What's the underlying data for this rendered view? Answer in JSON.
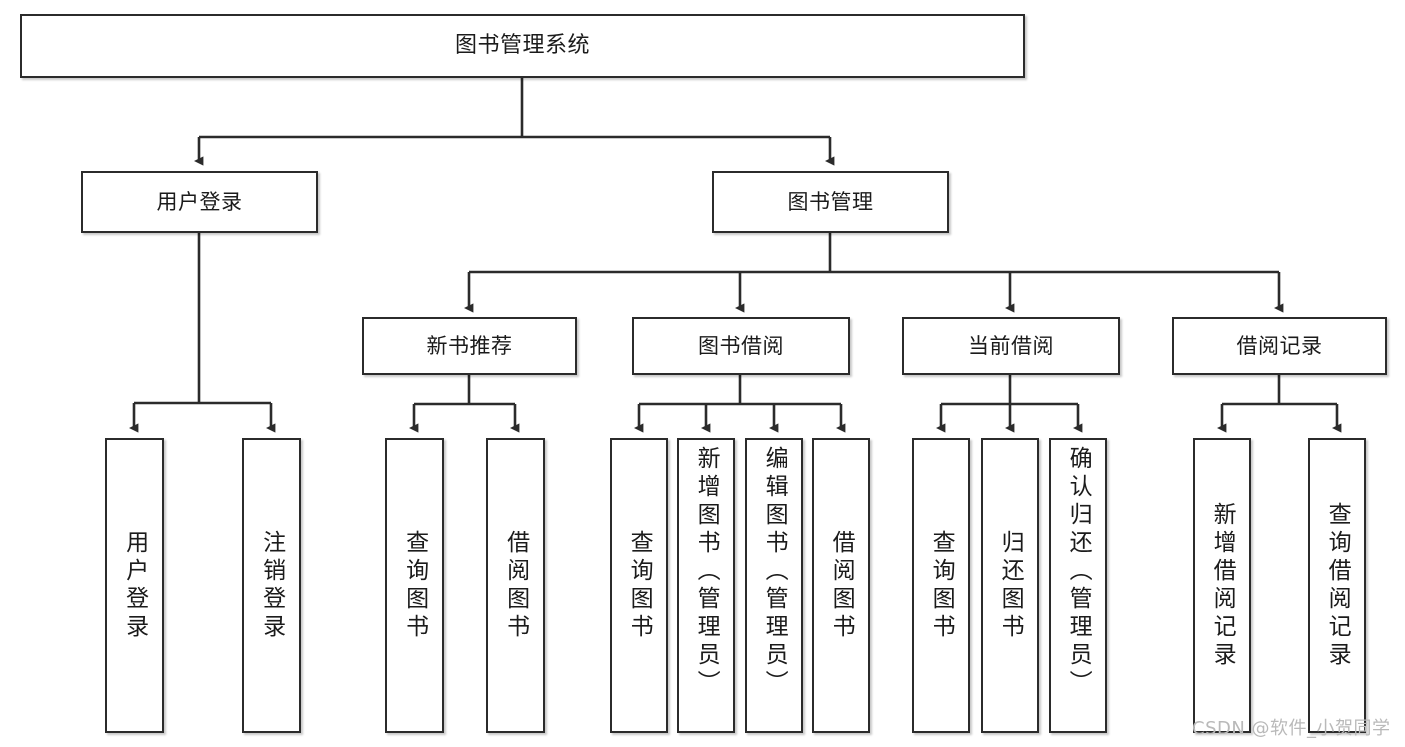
{
  "diagram": {
    "title": "图书管理系统",
    "type": "hierarchy-tree",
    "watermark": "CSDN @软件_小贺同学",
    "colors": {
      "box_border": "#2b2b2b",
      "box_fill": "#ffffff",
      "edge": "#2b2b2b",
      "text": "#1b1b1b",
      "watermark": "#b9b9b9"
    },
    "nodes": {
      "root": {
        "label": "图书管理系统"
      },
      "level2": [
        {
          "id": "user-login",
          "label": "用户登录"
        },
        {
          "id": "book-manage",
          "label": "图书管理"
        }
      ],
      "level3": [
        {
          "id": "new-book-recommend",
          "label": "新书推荐"
        },
        {
          "id": "book-borrow",
          "label": "图书借阅"
        },
        {
          "id": "current-borrow",
          "label": "当前借阅"
        },
        {
          "id": "borrow-record",
          "label": "借阅记录"
        }
      ],
      "leaves": {
        "user_login": [
          {
            "id": "leaf-user-login",
            "label": "用户登录"
          },
          {
            "id": "leaf-logout-login",
            "label": "注销登录"
          }
        ],
        "new_book_recommend": [
          {
            "id": "leaf-query-book-1",
            "label": "查询图书"
          },
          {
            "id": "leaf-borrow-book-1",
            "label": "借阅图书"
          }
        ],
        "book_borrow": [
          {
            "id": "leaf-query-book-2",
            "label": "查询图书"
          },
          {
            "id": "leaf-add-book",
            "label": "新增图书（管理员）"
          },
          {
            "id": "leaf-edit-book",
            "label": "编辑图书（管理员）"
          },
          {
            "id": "leaf-borrow-book-2",
            "label": "借阅图书"
          }
        ],
        "current_borrow": [
          {
            "id": "leaf-query-book-3",
            "label": "查询图书"
          },
          {
            "id": "leaf-return-book",
            "label": "归还图书"
          },
          {
            "id": "leaf-confirm-return",
            "label": "确认归还（管理员）"
          }
        ],
        "borrow_record": [
          {
            "id": "leaf-add-record",
            "label": "新增借阅记录"
          },
          {
            "id": "leaf-query-record",
            "label": "查询借阅记录"
          }
        ]
      }
    }
  }
}
